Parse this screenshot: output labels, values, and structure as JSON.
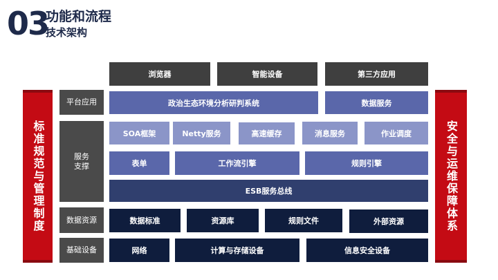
{
  "header": {
    "number": "03",
    "title": "功能和流程",
    "subtitle": "技术架构"
  },
  "left_pillar": "标准规范与管理制度",
  "right_pillar": "安全与运维保障体系",
  "layers": {
    "top": [
      "浏览器",
      "智能设备",
      "第三方应用"
    ],
    "platform": {
      "label": "平台应用",
      "items": [
        "政治生态环境分析研判系统",
        "数据服务"
      ]
    },
    "service": {
      "label": "服务支撑",
      "row1": [
        "SOA框架",
        "Netty服务",
        "高速缓存",
        "消息服务",
        "作业调度"
      ],
      "row2": [
        "表单",
        "工作流引擎",
        "规则引擎"
      ],
      "bus": "ESB服务总线"
    },
    "data": {
      "label": "数据资源",
      "items": [
        "数据标准",
        "资源库",
        "规则文件",
        "外部资源"
      ]
    },
    "base": {
      "label": "基础设备",
      "items": [
        "网络",
        "计算与存储设备",
        "信息安全设备"
      ]
    }
  },
  "colors": {
    "accent_red": "#c40b14",
    "navy": "#0f1d3d",
    "purple": "#5a67aa",
    "light_purple": "#8b95c8",
    "dark_gray": "#3f3f3f"
  }
}
